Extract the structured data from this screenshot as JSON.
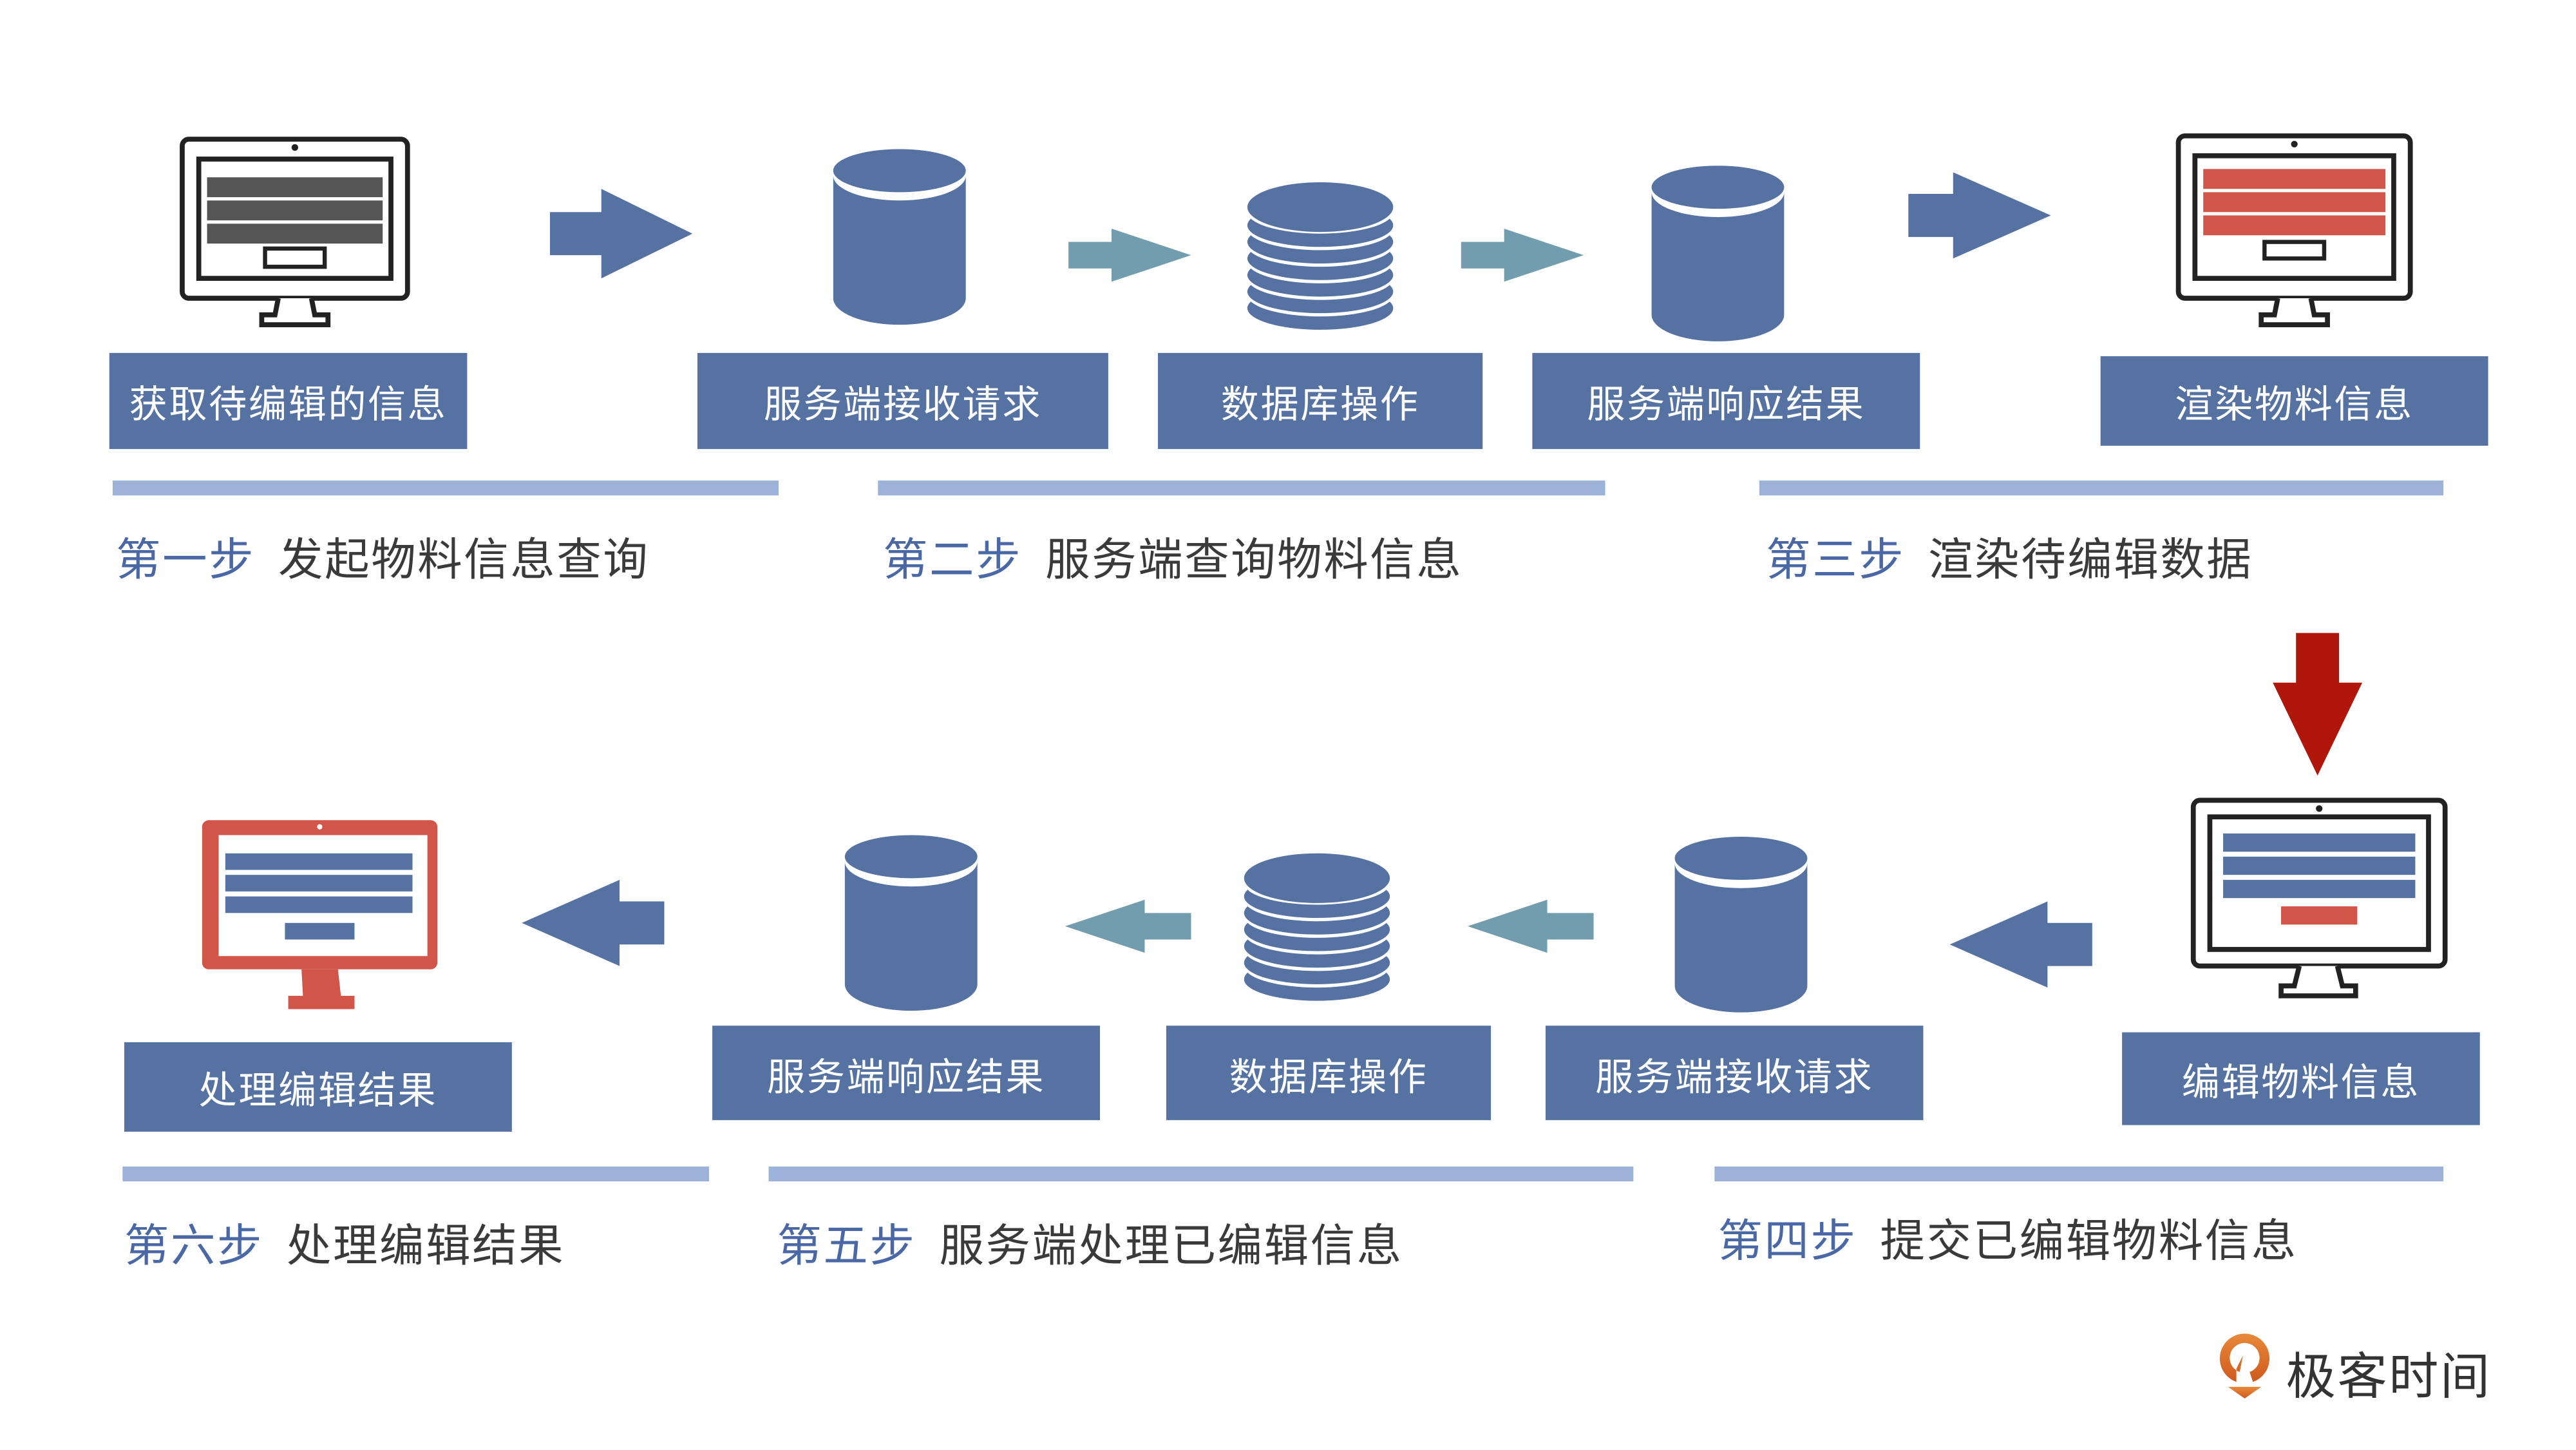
{
  "colors": {
    "box": "#5572a3",
    "arrow_primary": "#5572a3",
    "arrow_secondary": "#729dae",
    "arrow_down": "#b0160a",
    "bar": "#9db2d8",
    "step_number": "#4a68a6",
    "monitor_red": "#d2554a",
    "logo_orange": "#e07a2e"
  },
  "row1": {
    "boxes": [
      {
        "label": "获取待编辑的信息",
        "icon": "monitor-sketch-gray"
      },
      {
        "label": "服务端接收请求",
        "icon": "database-cylinder"
      },
      {
        "label": "数据库操作",
        "icon": "database-stack"
      },
      {
        "label": "服务端响应结果",
        "icon": "database-cylinder"
      },
      {
        "label": "渲染物料信息",
        "icon": "monitor-sketch-red"
      }
    ],
    "steps": [
      {
        "number": "第一步",
        "title": "发起物料信息查询"
      },
      {
        "number": "第二步",
        "title": "服务端查询物料信息"
      },
      {
        "number": "第三步",
        "title": "渲染待编辑数据"
      }
    ]
  },
  "row2": {
    "boxes": [
      {
        "label": "处理编辑结果",
        "icon": "monitor-red"
      },
      {
        "label": "服务端响应结果",
        "icon": "database-cylinder"
      },
      {
        "label": "数据库操作",
        "icon": "database-stack"
      },
      {
        "label": "服务端接收请求",
        "icon": "database-cylinder"
      },
      {
        "label": "编辑物料信息",
        "icon": "monitor-sketch-blue"
      }
    ],
    "steps": [
      {
        "number": "第六步",
        "title": "处理编辑结果"
      },
      {
        "number": "第五步",
        "title": "服务端处理已编辑信息"
      },
      {
        "number": "第四步",
        "title": "提交已编辑物料信息"
      }
    ]
  },
  "logo": {
    "text": "极客时间"
  }
}
